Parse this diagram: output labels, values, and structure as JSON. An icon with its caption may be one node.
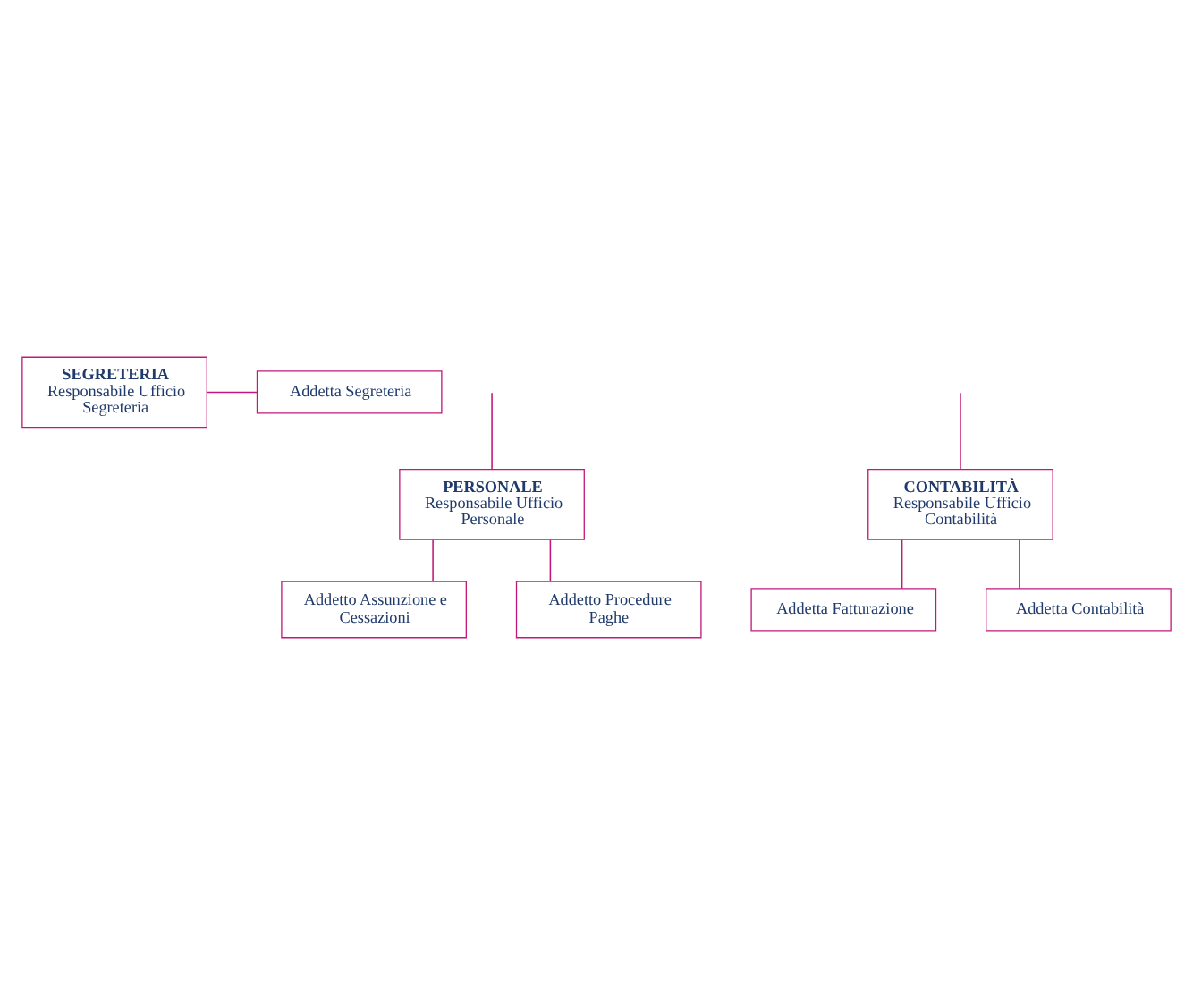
{
  "diagram": {
    "nodes": [
      {
        "text": [
          "Addetta Segreteria"
        ]
      },
      {
        "text": [
          "SEGRETERIA",
          "Responsabile Ufficio Segreteria"
        ]
      },
      {
        "text": [
          "PERSONALE",
          "Responsabile Ufficio Personale"
        ]
      },
      {
        "text": [
          "CONTABILITÀ",
          "Responsabile Ufficio Contabilità"
        ]
      },
      {
        "text": [
          "Addetto Assunzione e Cessazioni"
        ]
      },
      {
        "text": [
          "Addetto Procedure Paghe"
        ]
      },
      {
        "text": [
          "Addetta Fatturazione"
        ]
      },
      {
        "text": [
          "Addetta Contabilità"
        ]
      }
    ],
    "edges": [
      {
        "from": 1,
        "to": 0,
        "arrow": "none"
      },
      {
        "from": null,
        "to": 2,
        "arrow": "none"
      },
      {
        "from": null,
        "to": 3,
        "arrow": "none"
      },
      {
        "from": 2,
        "to": 4,
        "arrow": "none"
      },
      {
        "from": 2,
        "to": 5,
        "arrow": "none"
      },
      {
        "from": 3,
        "to": 6,
        "arrow": "none"
      },
      {
        "from": 3,
        "to": 7,
        "arrow": "none"
      }
    ]
  }
}
